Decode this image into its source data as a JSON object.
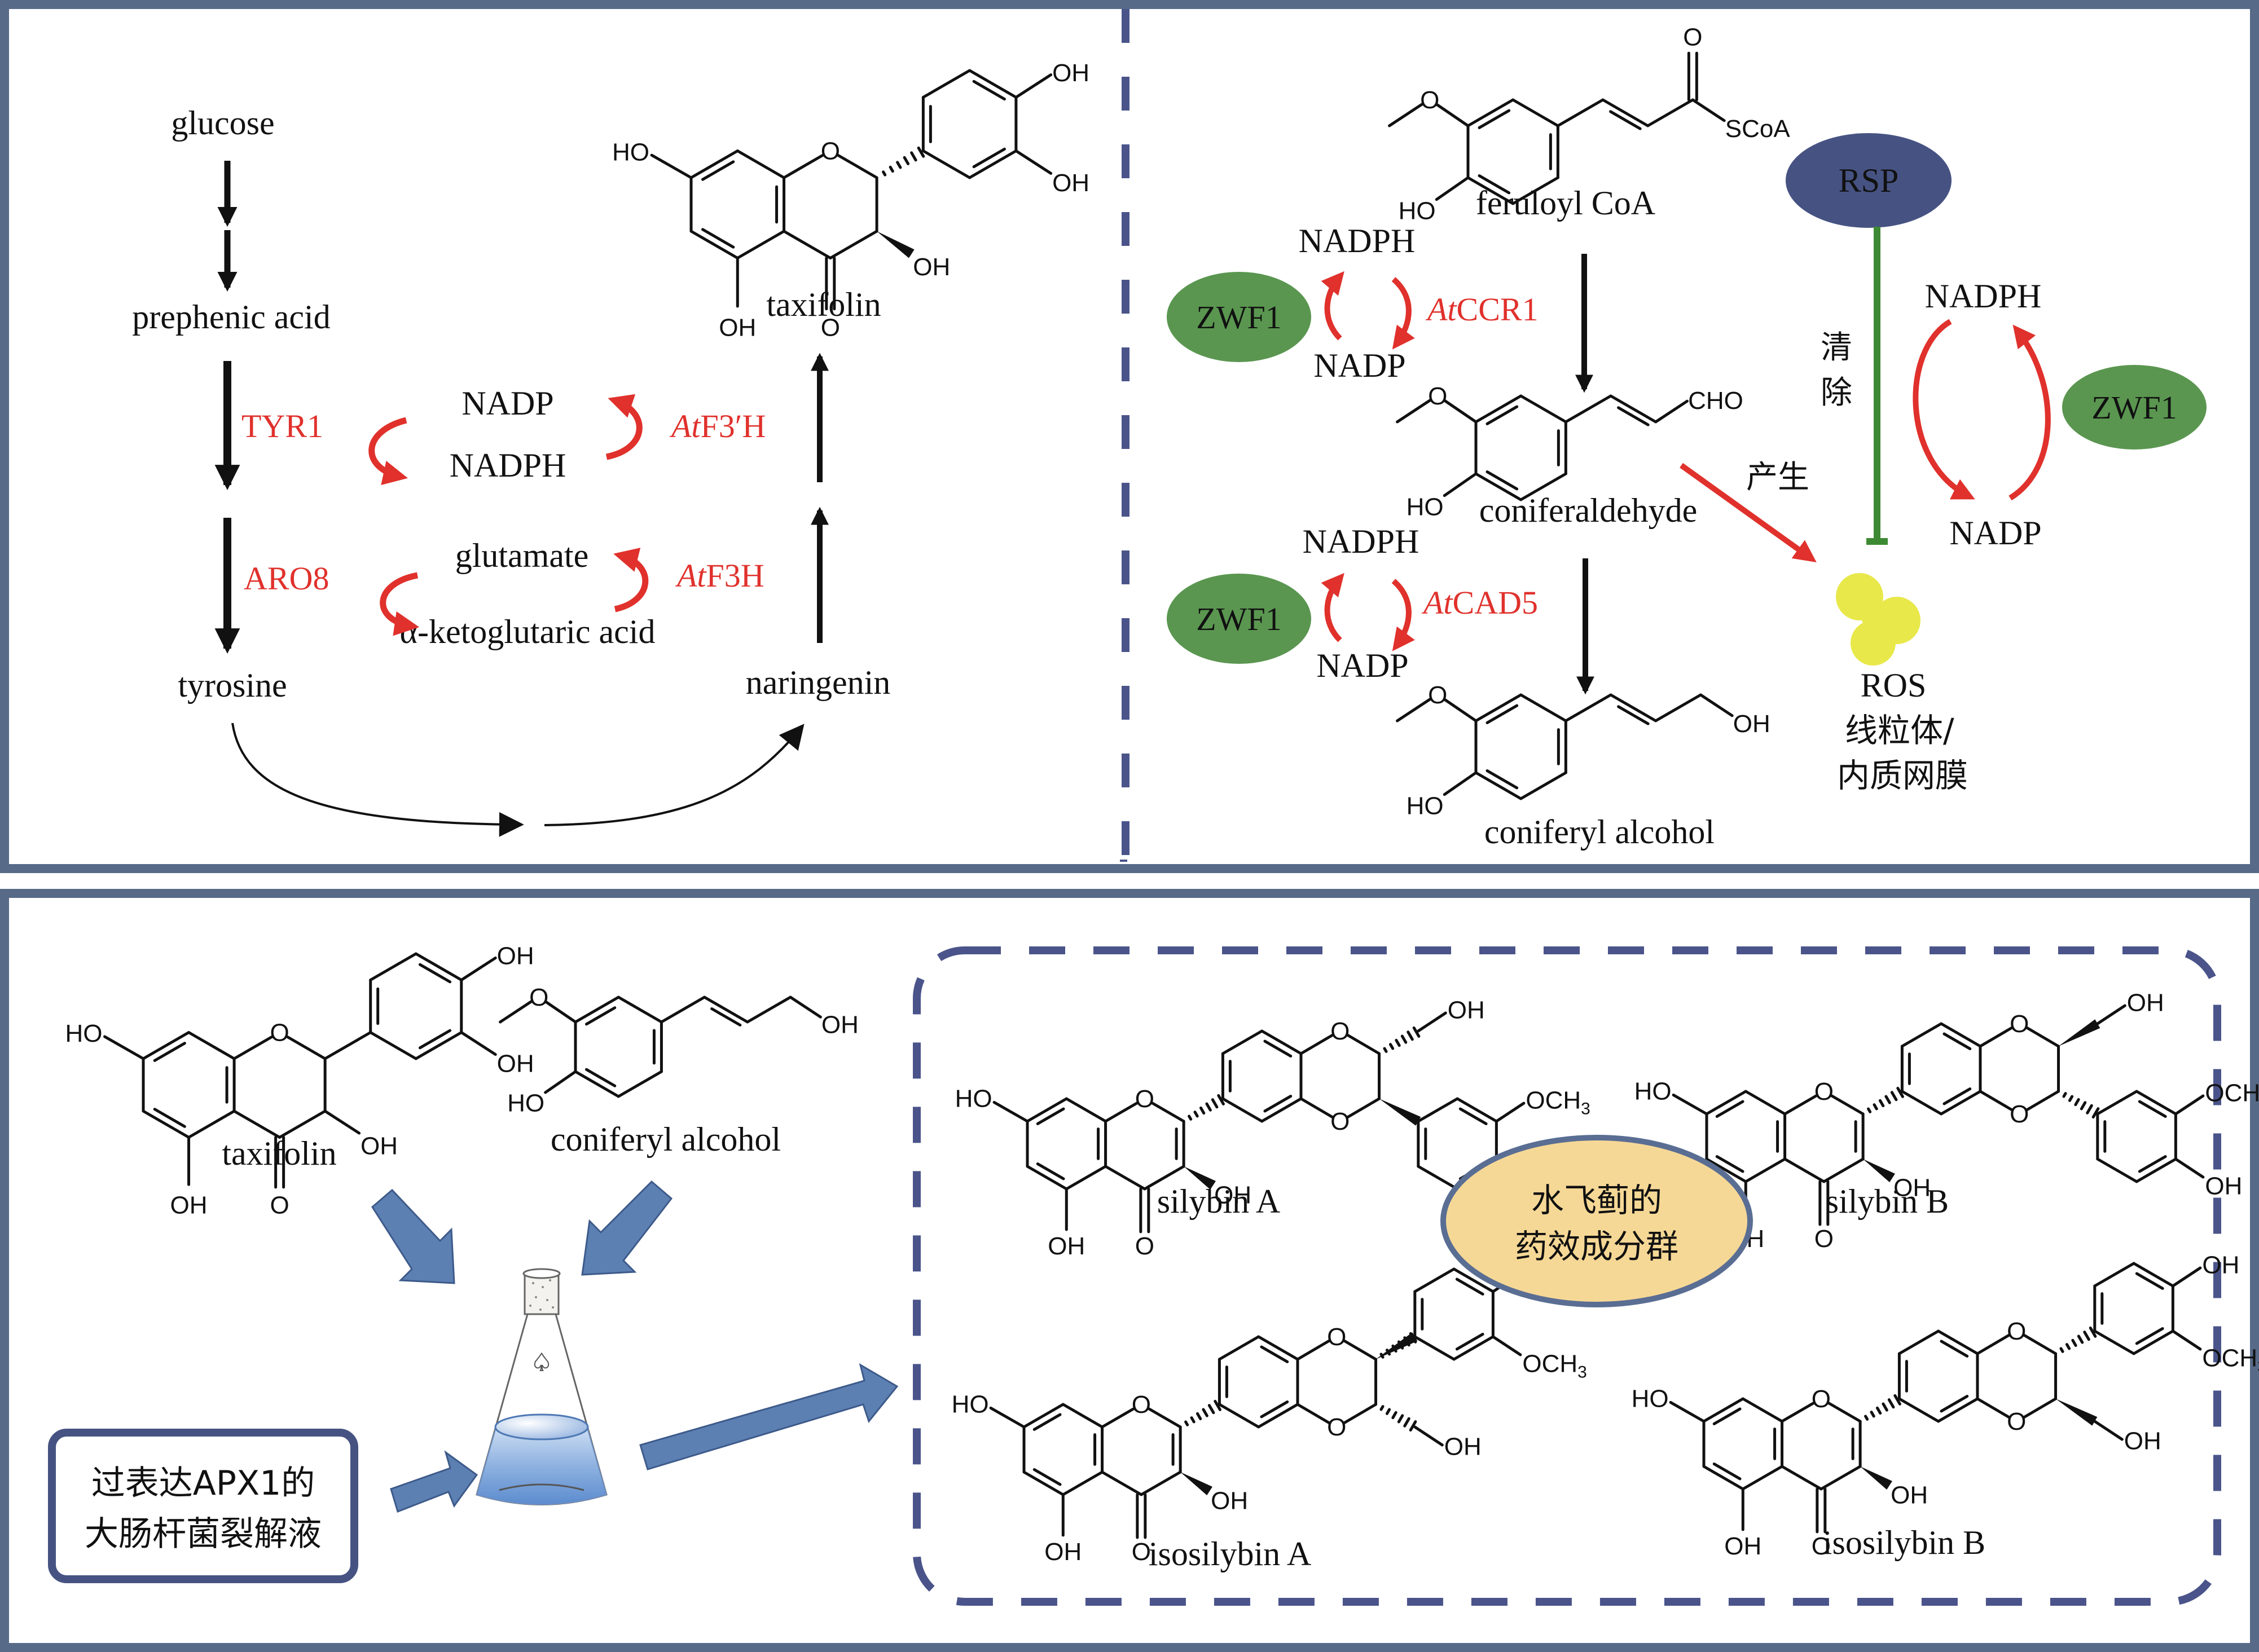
{
  "colors": {
    "frame": "#576a87",
    "dash": "#4a548a",
    "enzyme_red": "#e0312c",
    "zwf1_green": "#5a9650",
    "rsp_navy": "#465382",
    "inhibit_green": "#3e8a34",
    "ros_yellow": "#e8e84a",
    "compartment_brown": "#b0362b",
    "oval_fill": "#f6d896",
    "oval_border": "#5a6e93",
    "blue_arrow": "#5d80b3"
  },
  "top_left": {
    "glucose": "glucose",
    "prephenic_acid": "prephenic acid",
    "tyrosine": "tyrosine",
    "naringenin": "naringenin",
    "taxifolin": "taxifolin",
    "enzymes": {
      "tyr1": "TYR1",
      "aro8": "ARO8",
      "f3h_prime_italic": "At",
      "f3h_prime_rest": "F3′H",
      "f3h_italic": "At",
      "f3h_rest": "F3H"
    },
    "cofactors": {
      "nadp": "NADP",
      "nadph": "NADPH",
      "glutamate": "glutamate",
      "akg": "α-ketoglutaric acid"
    }
  },
  "top_right": {
    "feruloyl_coa": "feruloyl CoA",
    "coniferaldehyde": "coniferaldehyde",
    "coniferyl_alcohol": "coniferyl alcohol",
    "zwf1": "ZWF1",
    "nadph": "NADPH",
    "nadp": "NADP",
    "ccr1_italic": "At",
    "ccr1_rest": "CCR1",
    "cad5_italic": "At",
    "cad5_rest": "CAD5",
    "rsp": "RSP",
    "clear_1": "清",
    "clear_2": "除",
    "produce": "产生",
    "ros": "ROS",
    "compartment_1": "线粒体/",
    "compartment_2": "内质网膜"
  },
  "bottom": {
    "taxifolin": "taxifolin",
    "coniferyl_alcohol": "coniferyl alcohol",
    "lysate_line1": "过表达APX1的",
    "lysate_line2": "大肠杆菌裂解液",
    "oval_line1": "水飞蓟的",
    "oval_line2": "药效成分群",
    "products": [
      "silybin A",
      "silybin B",
      "isosilybin A",
      "isosilybin B"
    ]
  },
  "atoms": {
    "HO": "HO",
    "OH": "OH",
    "O": "O",
    "SCoA": "SCoA",
    "CHO": "CHO",
    "OCH": "OCH",
    "sub3": "3"
  }
}
